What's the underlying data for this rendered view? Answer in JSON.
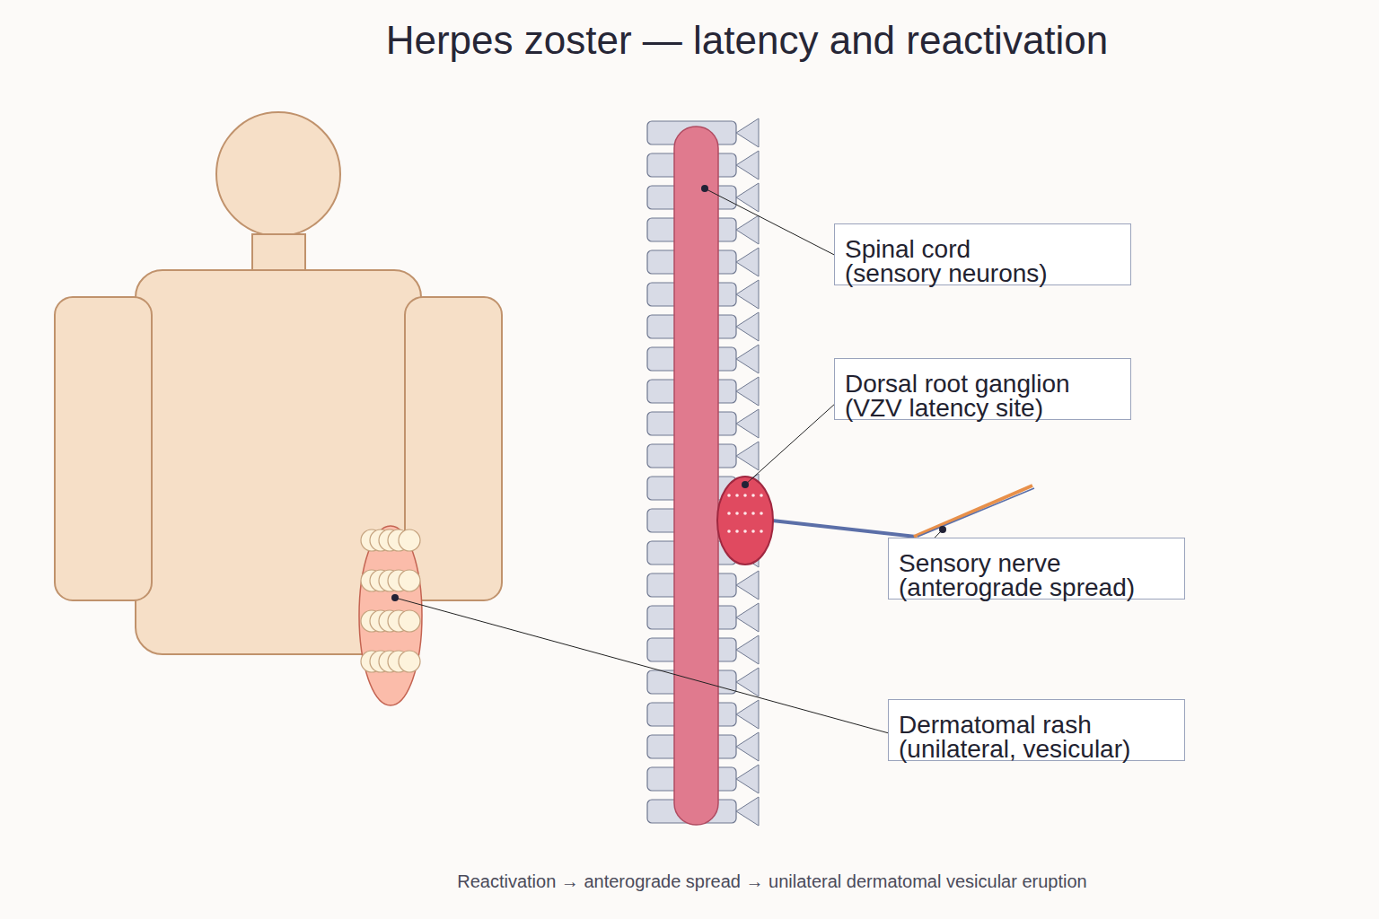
{
  "diagram": {
    "title": "Herpes zoster — latency and reactivation",
    "caption": "Reactivation → anterograde spread → unilateral dermatomal vesicular eruption",
    "nodes": [
      {
        "text": [
          "Spinal cord",
          "(sensory neurons)"
        ]
      },
      {
        "text": [
          "Dorsal root ganglion",
          "(VZV latency site)"
        ]
      },
      {
        "text": [
          "Sensory nerve",
          "(anterograde spread)"
        ]
      },
      {
        "text": [
          "Dermatomal rash",
          "(unilateral, vesicular)"
        ]
      }
    ]
  }
}
